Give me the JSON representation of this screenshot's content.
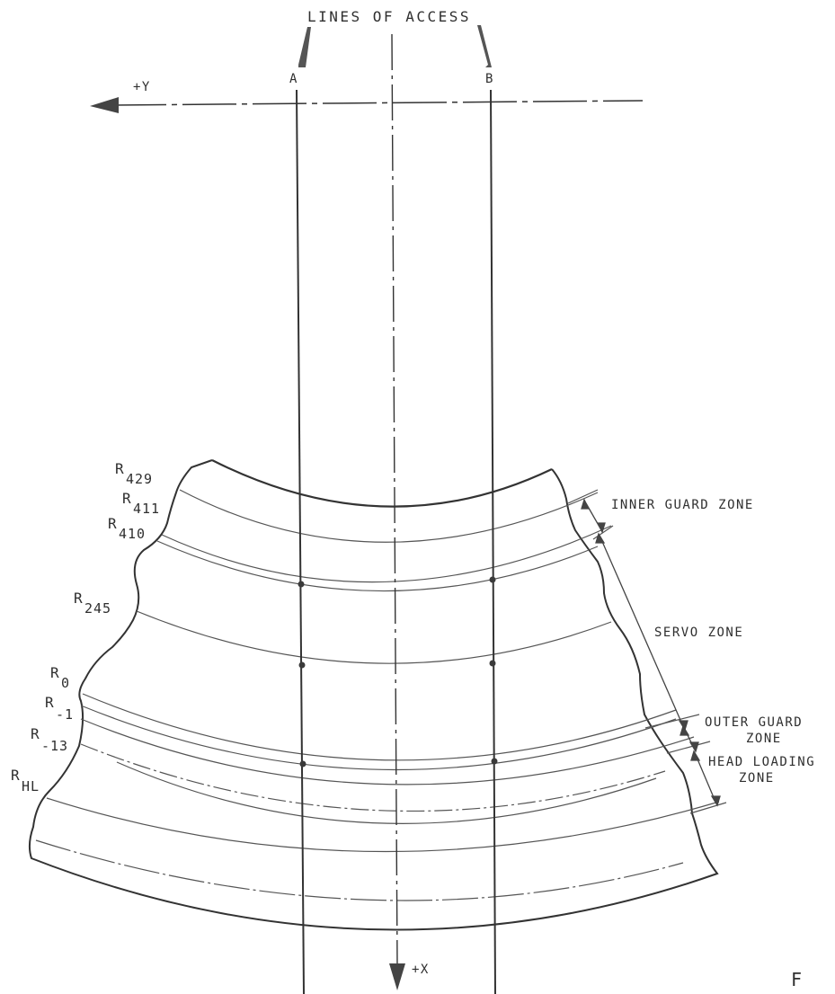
{
  "header": {
    "lines_of_access": "LINES OF ACCESS"
  },
  "axes": {
    "y_label": "+Y",
    "x_label": "+X"
  },
  "access_lines": {
    "a": "A",
    "b": "B"
  },
  "radii": {
    "r429": {
      "main": "R",
      "sub": "429"
    },
    "r411": {
      "main": "R",
      "sub": "411"
    },
    "r410": {
      "main": "R",
      "sub": "410"
    },
    "r245": {
      "main": "R",
      "sub": "245"
    },
    "r0": {
      "main": "R",
      "sub": "0"
    },
    "r_minus1": {
      "main": "R",
      "sub": "-1"
    },
    "r_minus13": {
      "main": "R",
      "sub": "-13"
    },
    "rhl": {
      "main": "R",
      "sub": "HL"
    }
  },
  "zones": {
    "inner_guard": "INNER GUARD ZONE",
    "servo": "SERVO ZONE",
    "outer_guard_line1": "OUTER GUARD",
    "outer_guard_line2": "ZONE",
    "head_loading_line1": "HEAD LOADING",
    "head_loading_line2": "ZONE"
  },
  "figure_label": "F",
  "colors": {
    "ink": "#333333",
    "paper": "#ffffff"
  }
}
